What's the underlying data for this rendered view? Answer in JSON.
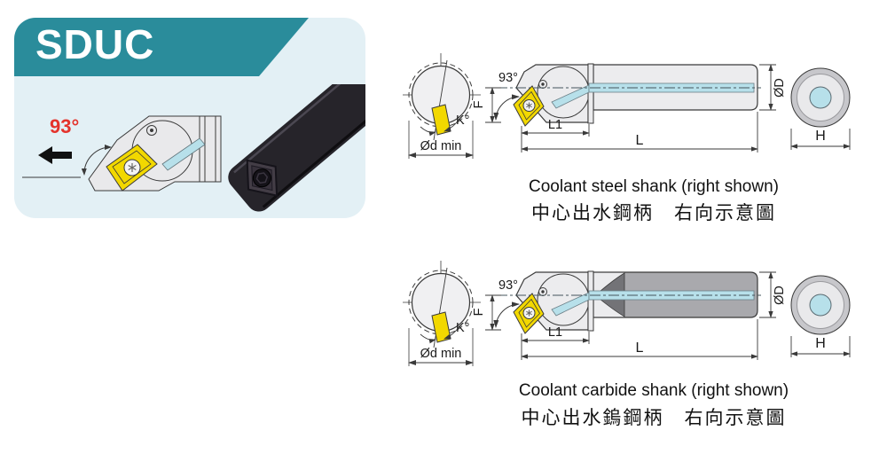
{
  "card": {
    "title": "SDUC",
    "angle_label": "93°",
    "colors": {
      "banner": "#2a8c9b",
      "background": "#e3f0f5",
      "angle_text": "#e4332c"
    }
  },
  "shared_colors": {
    "insert": "#f2d800",
    "coolant": "#b7e0ea",
    "steel_shank": "#ececee",
    "carbide_shank": "#a9a9ad",
    "carbide_cone": "#737377",
    "section_face": "#f0f0f2",
    "outline": "#3a3a3a"
  },
  "diagrams": [
    {
      "labels": {
        "angle": "93°",
        "f": "F",
        "k": "K°",
        "dmin": "Ød min",
        "l1": "L1",
        "l": "L",
        "od": "ØD",
        "h": "H"
      },
      "caption_en": "Coolant steel shank (right shown)",
      "caption_zh": "中心出水鋼柄　右向示意圖"
    },
    {
      "labels": {
        "angle": "93°",
        "f": "F",
        "k": "K°",
        "dmin": "Ød min",
        "l1": "L1",
        "l": "L",
        "od": "ØD",
        "h": "H"
      },
      "caption_en": "Coolant carbide shank (right shown)",
      "caption_zh": "中心出水鎢鋼柄　右向示意圖"
    }
  ]
}
